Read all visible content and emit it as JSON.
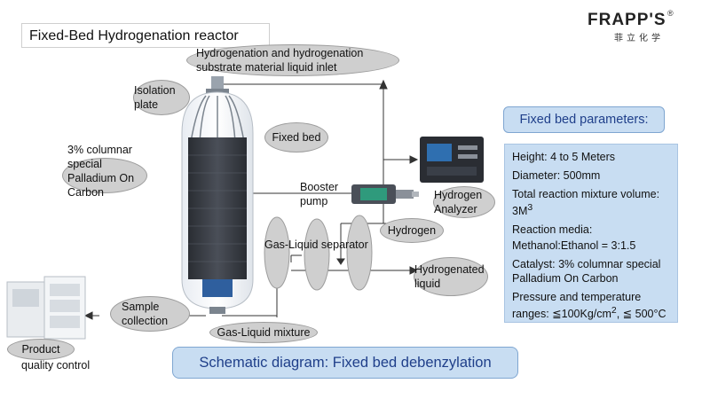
{
  "title": "Fixed-Bed Hydrogenation reactor",
  "logo": {
    "brand": "FRAPP'S",
    "registered": "®",
    "chinese": "菲立化学"
  },
  "labels": {
    "inlet": "Hydrogenation and hydrogenation substrate material liquid inlet",
    "isolation_plate": "Isolation plate",
    "catalyst_note": "3% columnar special Palladium On Carbon",
    "fixed_bed": "Fixed bed",
    "booster_pump": "Booster pump",
    "hydrogen_analyzer": "Hydrogen Analyzer",
    "gas_liquid_separator": "Gas-Liquid separator",
    "hydrogen": "Hydrogen",
    "hydrogenated_liquid": "Hydrogenated liquid",
    "sample_collection": "Sample collection",
    "gas_liquid_mixture": "Gas-Liquid mixture",
    "product_quality_control_1": "Product",
    "product_quality_control_2": "quality control"
  },
  "parameters": {
    "heading": "Fixed bed parameters:",
    "height": "Height: 4 to 5 Meters",
    "diameter": "Diameter: 500mm",
    "volume": "Total reaction mixture volume: 3M",
    "volume_exp": "3",
    "media_label": "Reaction media:",
    "media_value": "Methanol:Ethanol = 3:1.5",
    "catalyst": "Catalyst: 3% columnar special Palladium On Carbon",
    "pressure_label": "Pressure and temperature ranges: ≦100Kg/cm",
    "pressure_exp": "2",
    "pressure_tail": ", ≦ 500°C"
  },
  "caption": "Schematic diagram: Fixed bed debenzylation",
  "colors": {
    "accent": "#c8ddf2",
    "accent_text": "#1f3f8a",
    "bubble": "#cfcfcf",
    "reactor": "#3a3f48"
  }
}
